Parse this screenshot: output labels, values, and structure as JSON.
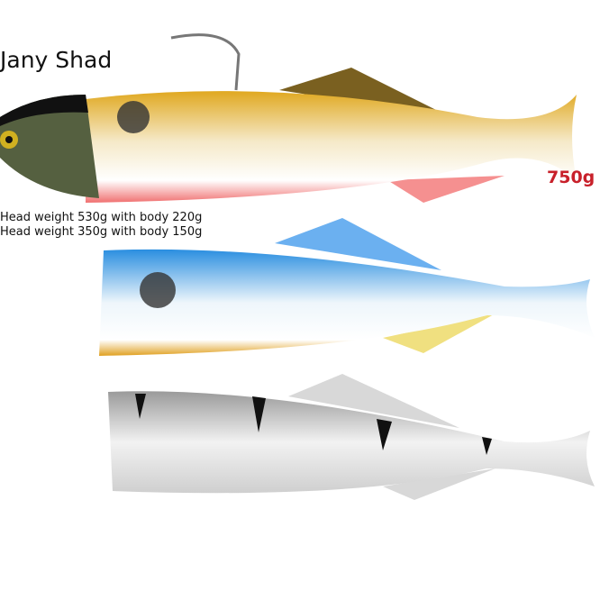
{
  "product": {
    "title": "Jany Shad",
    "weight_label": "750g",
    "specs": [
      "Head weight 530g with body 220g",
      "Head weight 350g with body 150g"
    ]
  },
  "colors": {
    "weight_text": "#c8202a",
    "lure_1": "#e8b030",
    "lure_2": "#3aa0e0",
    "lure_3": "#c0c0c0"
  }
}
